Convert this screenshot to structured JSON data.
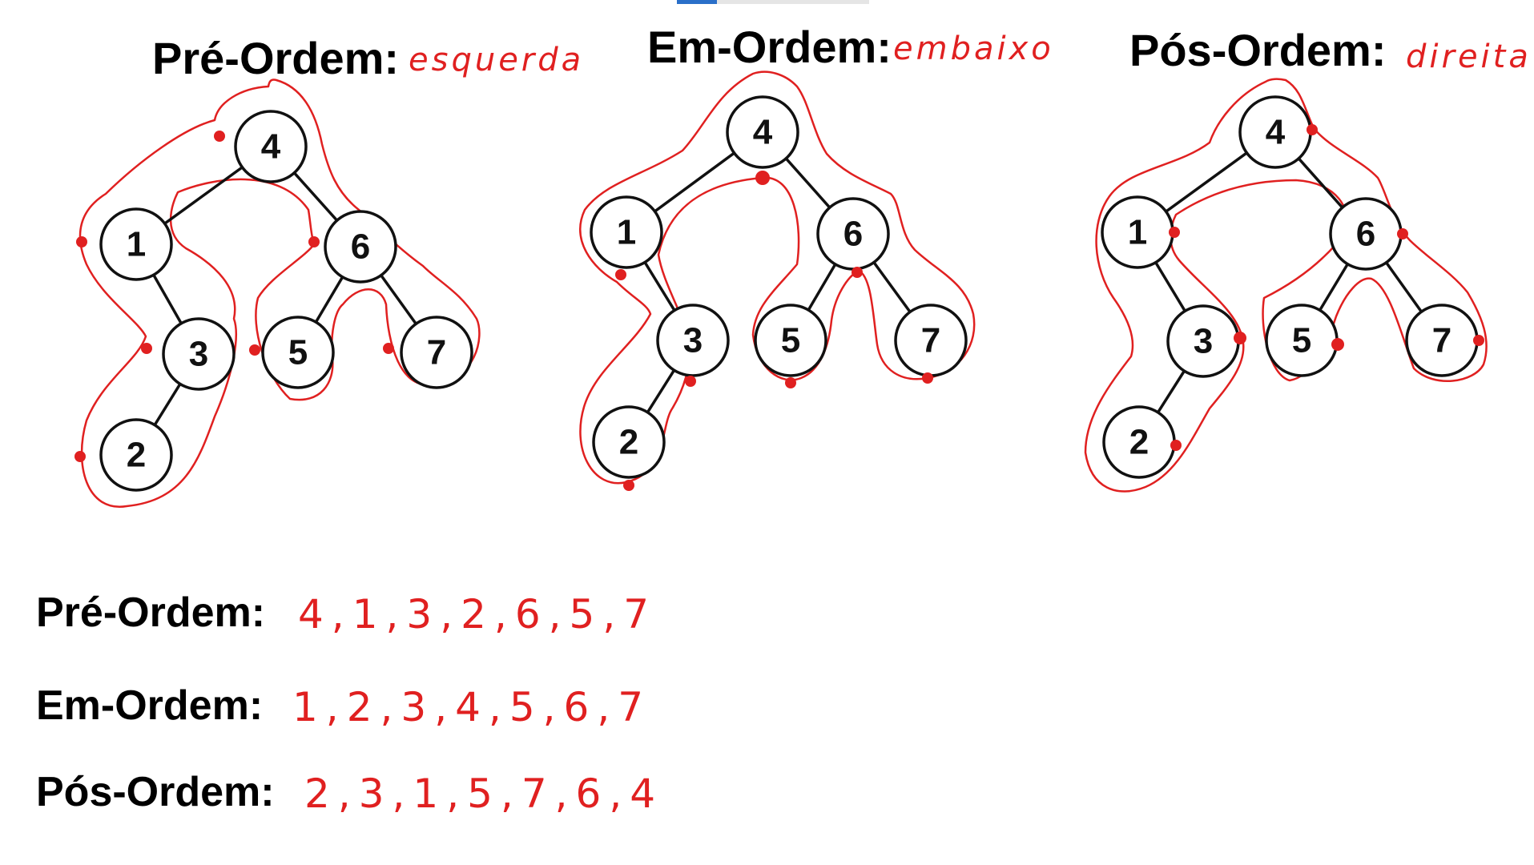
{
  "diagrams": [
    {
      "key": "pre",
      "title": "Pré-Ordem:",
      "annotation": "esquerda"
    },
    {
      "key": "in",
      "title": "Em-Ordem:",
      "annotation": "embaixo"
    },
    {
      "key": "post",
      "title": "Pós-Ordem:",
      "annotation": "direita"
    }
  ],
  "tree": {
    "nodes": [
      "4",
      "1",
      "6",
      "3",
      "5",
      "7",
      "2"
    ],
    "edges": [
      [
        "4",
        "1"
      ],
      [
        "4",
        "6"
      ],
      [
        "1",
        "3"
      ],
      [
        "3",
        "2"
      ],
      [
        "6",
        "5"
      ],
      [
        "6",
        "7"
      ]
    ]
  },
  "results": [
    {
      "label": "Pré-Ordem:",
      "sequence": "4,1,3,2,6,5,7"
    },
    {
      "label": "Em-Ordem:",
      "sequence": "1,2,3,4,5,6,7"
    },
    {
      "label": "Pós-Ordem:",
      "sequence": "2,3,1,5,7,6,4"
    }
  ],
  "colors": {
    "ink": "#111111",
    "annotation_red": "#e02020",
    "background": "#ffffff"
  }
}
